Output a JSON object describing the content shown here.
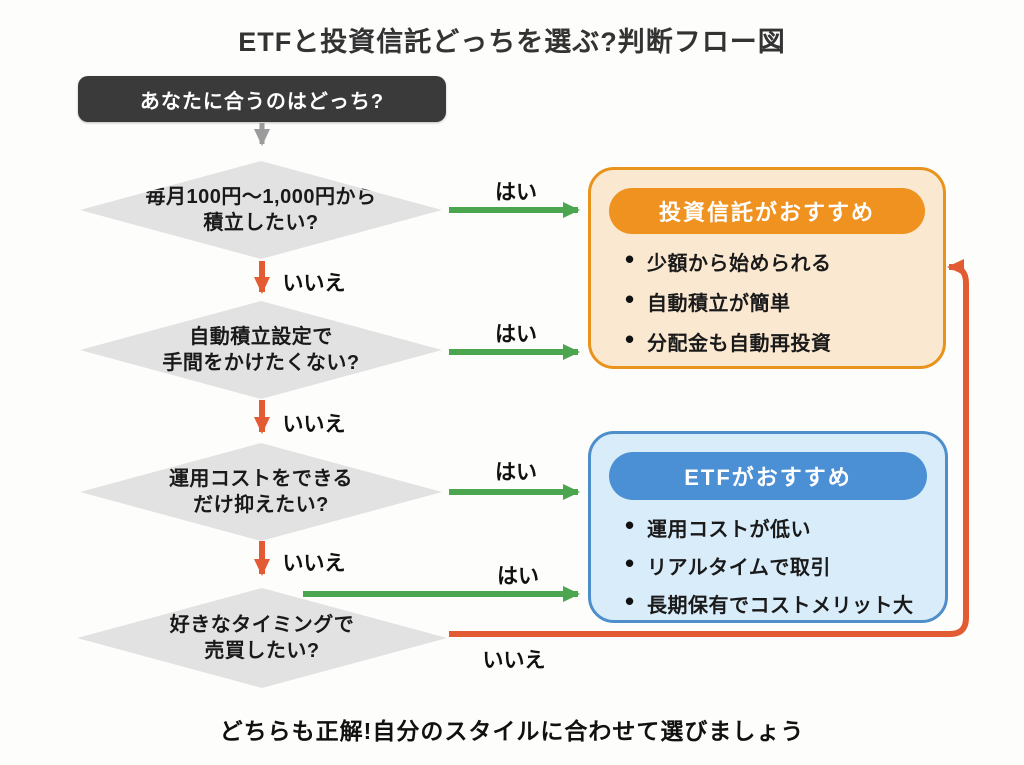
{
  "title": "ETFと投資信託どっちを選ぶ?判断フロー図",
  "start": {
    "label": "あなたに合うのはどっち?"
  },
  "decisions": [
    {
      "question": "毎月100円〜1,000円から\n積立したい?",
      "yes": "はい",
      "no": "いいえ"
    },
    {
      "question": "自動積立設定で\n手間をかけたくない?",
      "yes": "はい",
      "no": "いいえ"
    },
    {
      "question": "運用コストをできる\nだけ抑えたい?",
      "yes": "はい",
      "no": "いいえ"
    },
    {
      "question": "好きなタイミングで\n売買したい?",
      "yes": "はい",
      "no": "いいえ"
    }
  ],
  "recommendations": {
    "fund": {
      "title": "投資信託がおすすめ",
      "bullets": [
        "少額から始められる",
        "自動積立が簡単",
        "分配金も自動再投資"
      ]
    },
    "etf": {
      "title": "ETFがおすすめ",
      "bullets": [
        "運用コストが低い",
        "リアルタイムで取引",
        "長期保有でコストメリット大"
      ]
    }
  },
  "footer": "どちらも正解!自分のスタイルに合わせて選びましょう",
  "colors": {
    "yes_arrow": "#4ba64f",
    "no_arrow": "#e25b32",
    "start_arrow": "#9b9b9b",
    "fund_accent": "#ef9220",
    "etf_accent": "#4b90d4",
    "start_box": "#3a3a3a",
    "diamond_fill": "#e2e2e2"
  }
}
